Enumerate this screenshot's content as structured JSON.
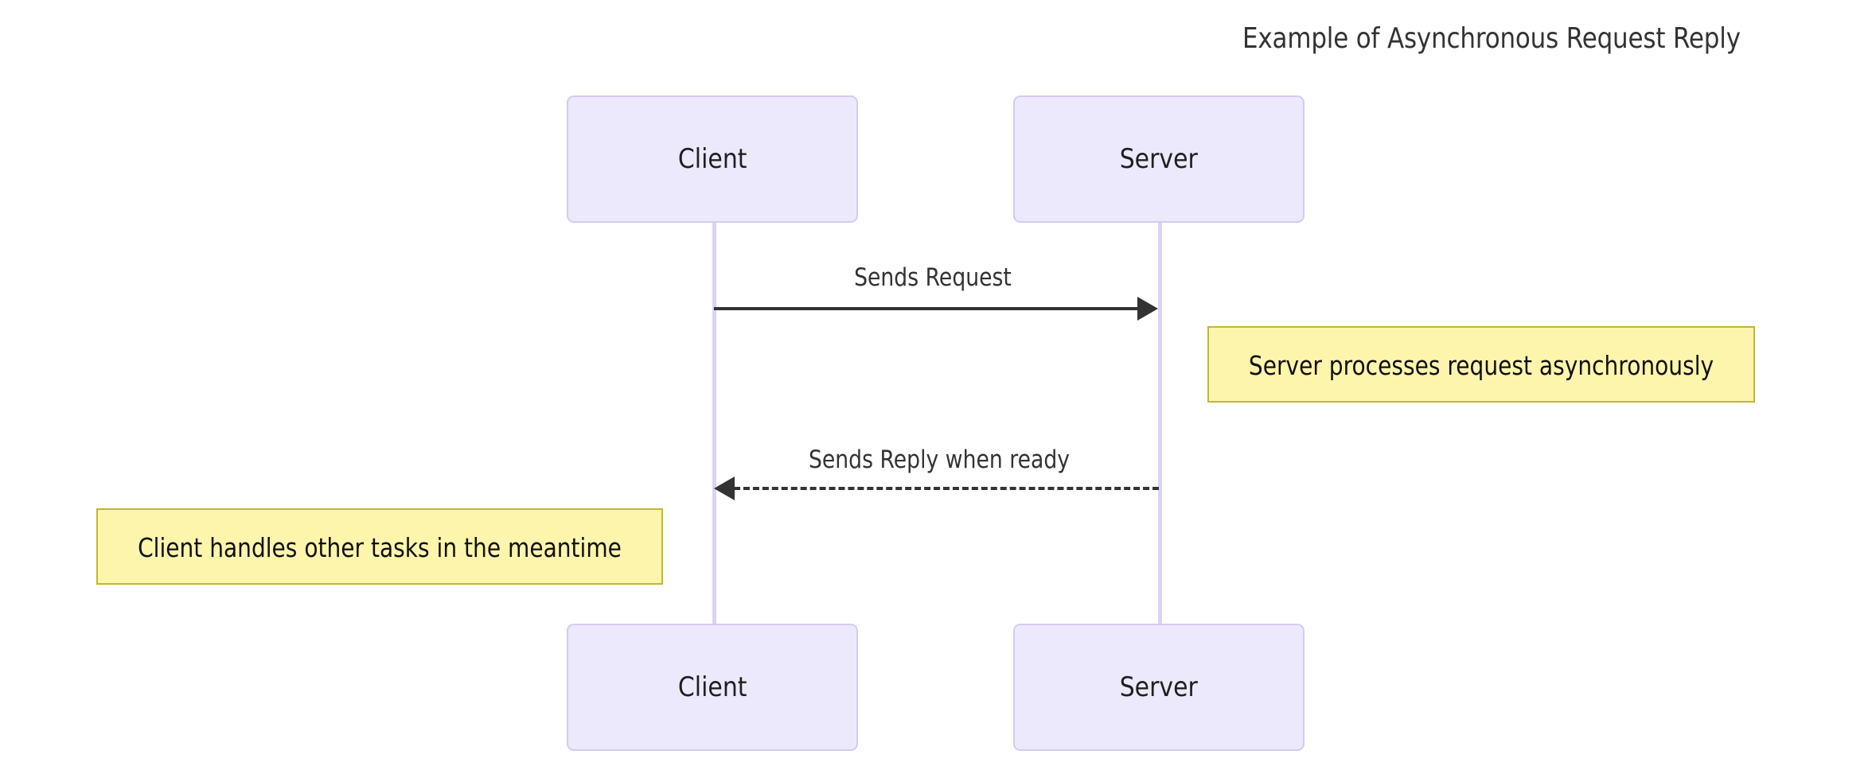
{
  "diagram": {
    "type": "sequence-diagram",
    "title": "Example of Asynchronous Request Reply",
    "background_color": "#ffffff",
    "participants": [
      {
        "id": "client",
        "label": "Client",
        "fill": "#ECE9FC",
        "stroke": "#D7C9F2"
      },
      {
        "id": "server",
        "label": "Server",
        "fill": "#ECE9FC",
        "stroke": "#D7C9F2"
      }
    ],
    "participants_bottom": [
      {
        "id": "client-bottom",
        "label": "Client"
      },
      {
        "id": "server-bottom",
        "label": "Server"
      }
    ],
    "lifeline_color": "#DCD2F5",
    "messages": [
      {
        "id": "msg-request",
        "label": "Sends Request",
        "from": "client",
        "to": "server",
        "style": "solid",
        "direction": "right",
        "color": "#333333"
      },
      {
        "id": "msg-reply",
        "label": "Sends Reply when ready",
        "from": "server",
        "to": "client",
        "style": "dashed",
        "direction": "left",
        "color": "#333333"
      }
    ],
    "notes": [
      {
        "id": "note-server",
        "text": "Server processes request asynchronously",
        "over": "server",
        "position": "right-of",
        "fill": "#FEF5AD",
        "stroke": "#BFB82F"
      },
      {
        "id": "note-client",
        "text": "Client handles other tasks in the meantime",
        "over": "client",
        "position": "left-of",
        "fill": "#FEF5AD",
        "stroke": "#BFB82F"
      }
    ]
  }
}
